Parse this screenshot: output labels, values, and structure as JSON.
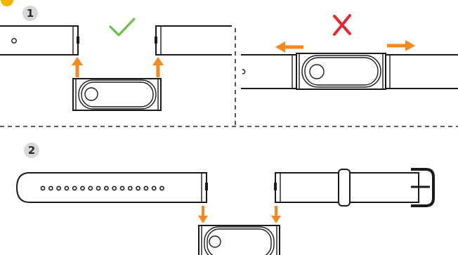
{
  "steps": [
    {
      "number": "1"
    },
    {
      "number": "2"
    }
  ],
  "indicators": {
    "correct": {
      "icon": "checkmark-icon",
      "color": "#6cc04a"
    },
    "incorrect": {
      "icon": "cross-icon",
      "color": "#e8262b"
    }
  },
  "colors": {
    "arrow": "#f28a1e",
    "step_badge": "#d8d8d8",
    "corner_badge": "#f4b400",
    "line": "#1a1a1a"
  },
  "strap_holes": 16
}
